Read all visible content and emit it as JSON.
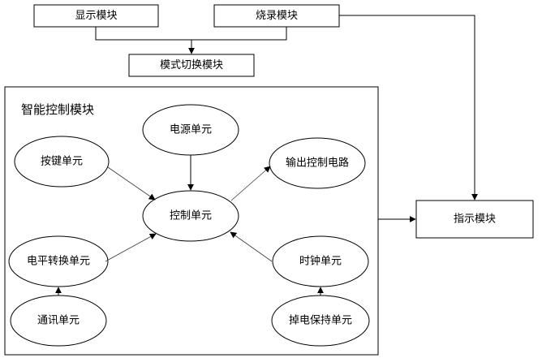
{
  "diagram": {
    "display_module": "显示模块",
    "burn_module": "烧录模块",
    "mode_switch_module": "模式切换模块",
    "smart_control_module": "智能控制模块",
    "indicator_module": "指示模块",
    "units": {
      "power": "电源单元",
      "key": "按键单元",
      "output": "输出控制电路",
      "control": "控制单元",
      "level_shift": "电平转换单元",
      "clock": "时钟单元",
      "comm": "通讯单元",
      "power_hold": "掉电保持单元"
    }
  }
}
